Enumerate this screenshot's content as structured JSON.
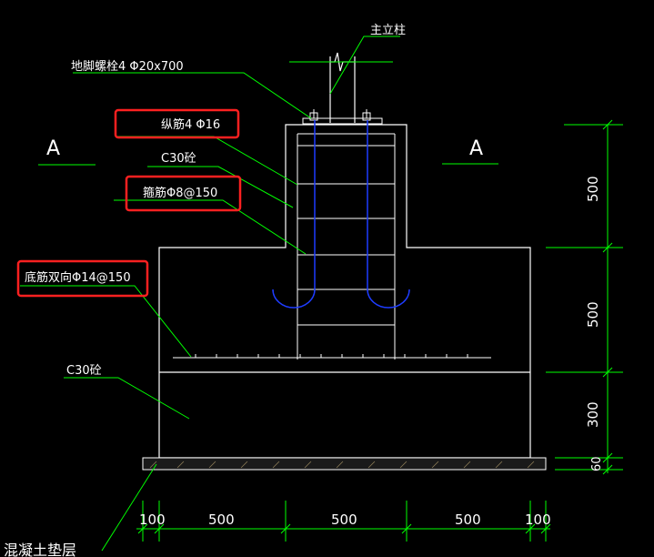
{
  "labels": {
    "main_column": "主立柱",
    "anchor_bolt": "地脚螺栓4 Φ20x700",
    "long_bar": "纵筋4 Φ16",
    "concrete_top": "C30砼",
    "stirrup": "箍筋Φ8@150",
    "bottom_bar": "底筋双向Φ14@150",
    "concrete_base": "C30砼",
    "cushion": "混凝土垫层",
    "section_mark": "A"
  },
  "dimensions": {
    "vertical": [
      "500",
      "500",
      "300",
      "60"
    ],
    "horizontal": [
      "100",
      "500",
      "500",
      "500",
      "100"
    ]
  },
  "colors": {
    "background": "#000000",
    "outline": "#ffffff",
    "leader": "#00ff00",
    "rebar": "#1e3cff",
    "highlight": "#ff2020",
    "dimension": "#00ff00"
  }
}
